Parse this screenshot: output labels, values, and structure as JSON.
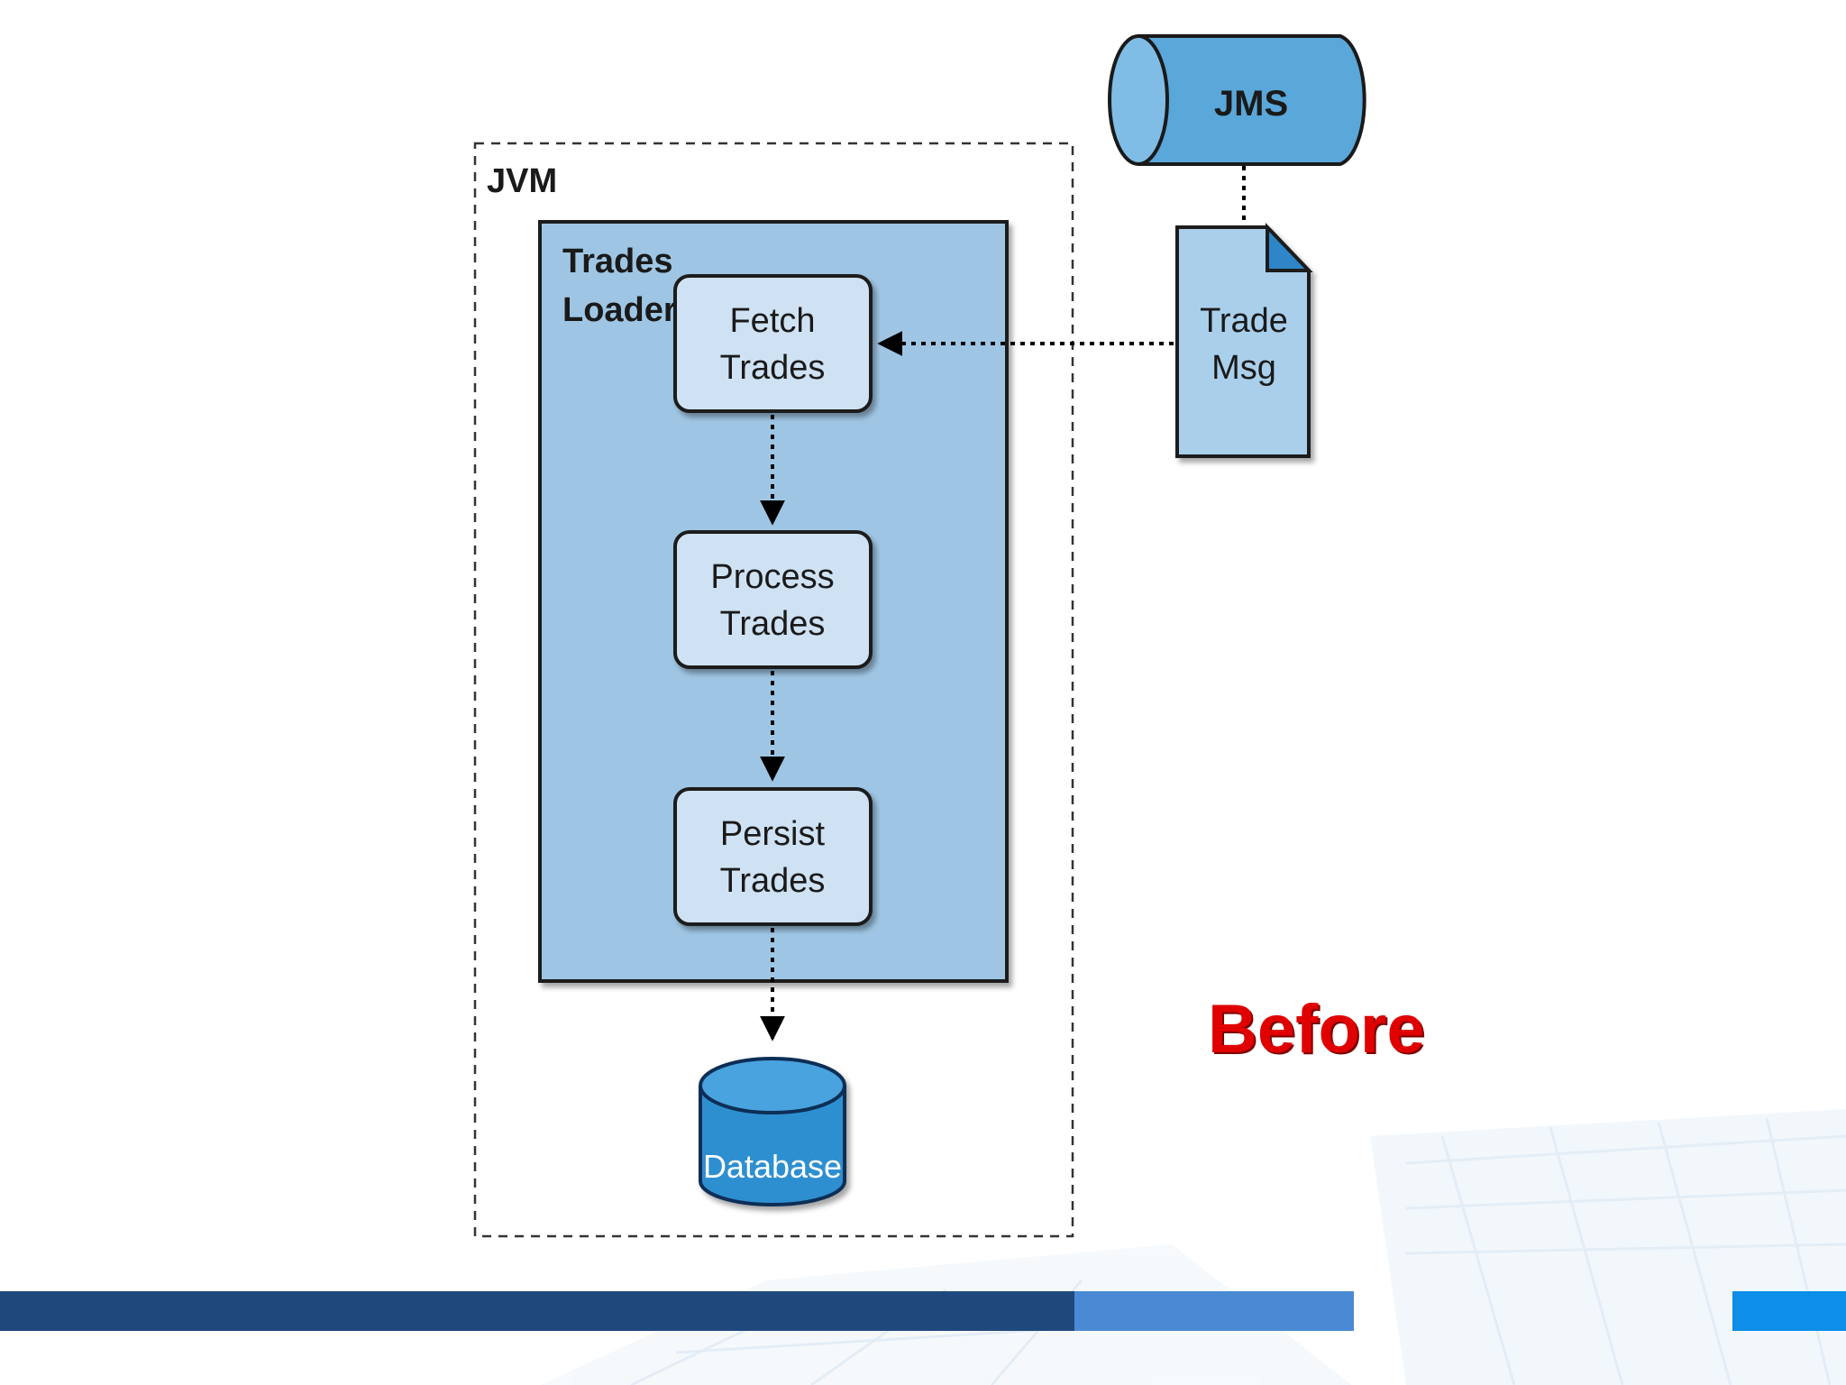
{
  "diagram": {
    "jvm_label": "JVM",
    "loader_label_line1": "Trades",
    "loader_label_line2": "Loader",
    "fetch_line1": "Fetch",
    "fetch_line2": "Trades",
    "process_line1": "Process",
    "process_line2": "Trades",
    "persist_line1": "Persist",
    "persist_line2": "Trades",
    "database_label": "Database",
    "jms_label": "JMS",
    "trade_msg_line1": "Trade",
    "trade_msg_line2": "Msg"
  },
  "slide": {
    "status_label": "Before",
    "colors": {
      "loader_fill": "#9ec6e4",
      "step_fill": "#cfe2f3",
      "db_fill": "#2f8fd0",
      "jms_fill": "#5aa7d9",
      "label_red": "#e00000",
      "bar_dark": "#1f497d",
      "bar_mid": "#4a8ad4",
      "bar_bright": "#0d8ee8"
    }
  }
}
